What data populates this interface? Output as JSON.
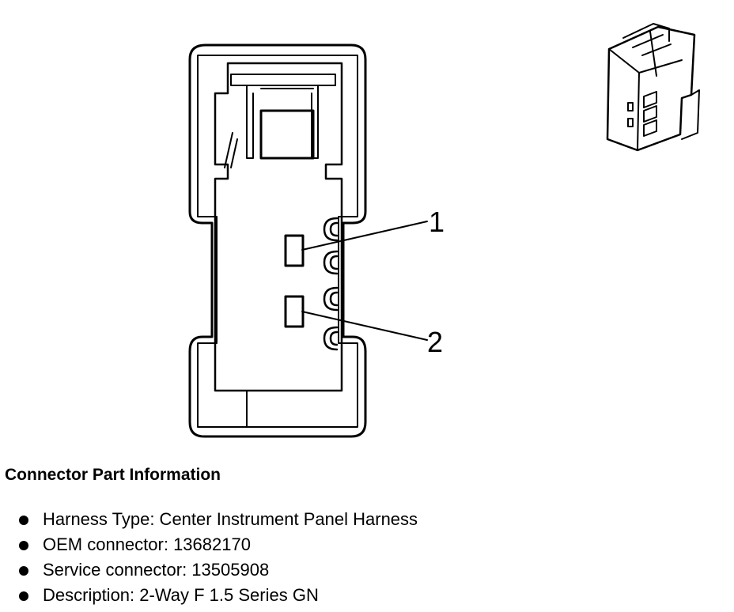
{
  "diagram": {
    "callouts": [
      {
        "label": "1"
      },
      {
        "label": "2"
      }
    ]
  },
  "info": {
    "title": "Connector Part Information",
    "items": [
      {
        "label": "Harness Type",
        "value": "Center Instrument Panel Harness",
        "text": "Harness Type: Center Instrument Panel Harness"
      },
      {
        "label": "OEM connector",
        "value": "13682170",
        "text": "OEM connector: 13682170"
      },
      {
        "label": "Service connector",
        "value": "13505908",
        "text": "Service connector: 13505908"
      },
      {
        "label": "Description",
        "value": "2-Way F 1.5 Series GN",
        "text": "Description: 2-Way F 1.5 Series GN"
      }
    ]
  }
}
